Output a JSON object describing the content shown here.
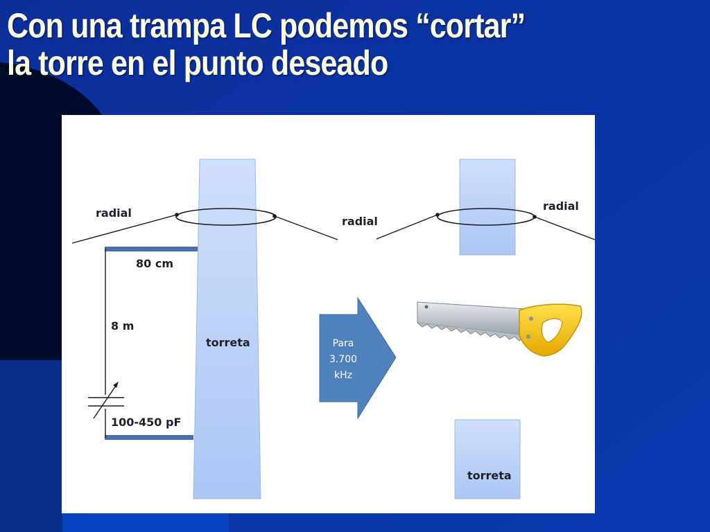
{
  "slide": {
    "title_line1": "Con una trampa LC podemos “cortar”",
    "title_line2": "la torre en el punto deseado"
  },
  "colors": {
    "background": "#0a35a6",
    "title": "#fffde0",
    "tower_fill": "#b3cdf6",
    "arrow_fill": "#4f81bd",
    "wire": "#4a6fae",
    "saw_handle": "#f5c518"
  },
  "diagram": {
    "left": {
      "radial_label": "radial",
      "width_label": "80 cm",
      "height_label": "8 m",
      "tower_label": "torreta",
      "capacitor_label": "100-450 pF"
    },
    "arrow": {
      "line1": "Para",
      "line2": "3.700",
      "line3": "kHz"
    },
    "right": {
      "radial_left_label": "radial",
      "radial_right_label": "radial",
      "tower_label": "torreta"
    }
  }
}
